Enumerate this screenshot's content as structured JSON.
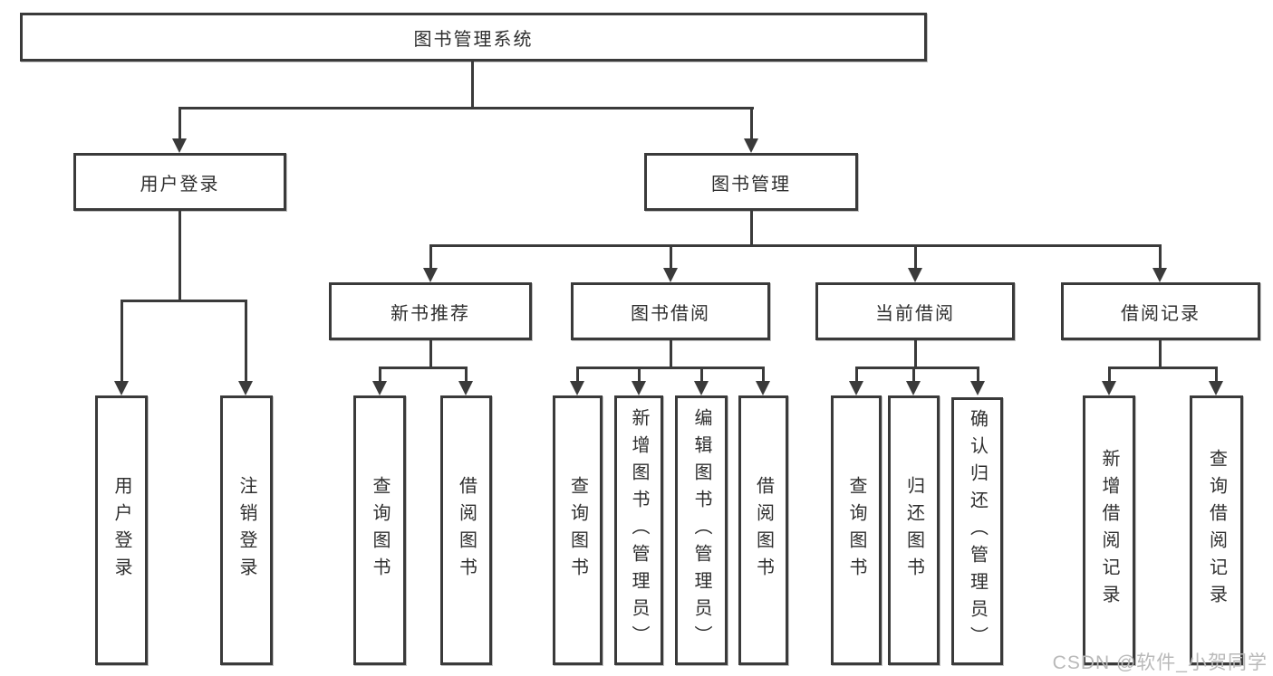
{
  "diagram": {
    "title": "图书管理系统",
    "root": {
      "label": "图书管理系统"
    },
    "level2": {
      "user_login": {
        "label": "用户登录"
      },
      "book_management": {
        "label": "图书管理"
      }
    },
    "level3": {
      "new_book_recommend": {
        "label": "新书推荐"
      },
      "book_borrow": {
        "label": "图书借阅"
      },
      "current_borrow": {
        "label": "当前借阅"
      },
      "borrow_record": {
        "label": "借阅记录"
      }
    },
    "leaves": {
      "user_login": [
        "用户登录",
        "注销登录"
      ],
      "new_book_recommend": [
        "查询图书",
        "借阅图书"
      ],
      "book_borrow": [
        "查询图书",
        "新增图书（管理员）",
        "编辑图书（管理员）",
        "借阅图书"
      ],
      "current_borrow": [
        "查询图书",
        "归还图书",
        "确认归还（管理员）"
      ],
      "borrow_record": [
        "新增借阅记录",
        "查询借阅记录"
      ]
    }
  },
  "watermark": {
    "text": "CSDN @软件_小贺同学"
  },
  "colors": {
    "line": "#3a3a3a",
    "text": "#2f2f2f",
    "background": "#ffffff",
    "watermark": "#b9b9b9"
  }
}
